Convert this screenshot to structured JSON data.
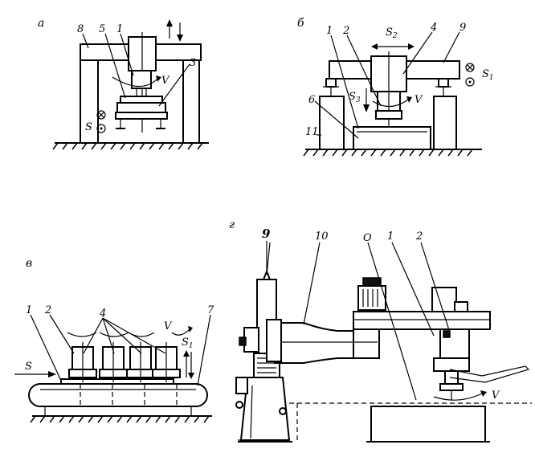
{
  "panels": {
    "a": {
      "letter": "а",
      "labels": {
        "n8": "8",
        "n5": "5",
        "n1": "1",
        "n3": "3",
        "v": "V",
        "s": "S"
      }
    },
    "b": {
      "letter": "б",
      "labels": {
        "n1": "1",
        "n2": "2",
        "n4": "4",
        "n9": "9",
        "n6": "6",
        "n11": "11",
        "s1": "S",
        "s1_sub": "1",
        "s2": "S",
        "s2_sub": "2",
        "s3": "S",
        "s3_sub": "3",
        "v": "V"
      }
    },
    "v": {
      "letter": "в",
      "labels": {
        "n1": "1",
        "n2": "2",
        "n4": "4",
        "n7": "7",
        "s": "S",
        "s1": "S",
        "s1_sub": "1",
        "v": "V"
      }
    },
    "g": {
      "letter": "г",
      "labels": {
        "n9": "9",
        "n10": "10",
        "o": "О",
        "n1": "1",
        "n2": "2",
        "v": "V"
      }
    }
  }
}
